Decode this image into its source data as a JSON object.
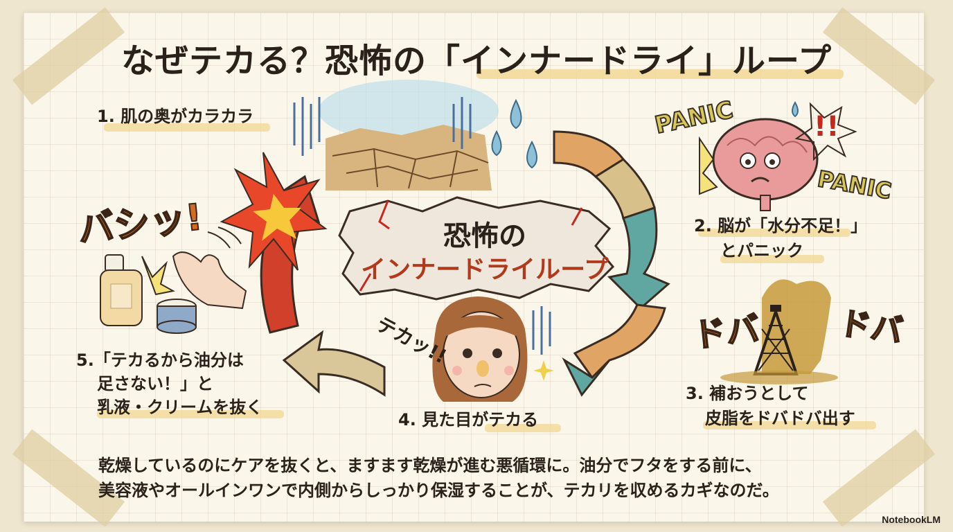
{
  "title": "なぜテカる？恐怖の「インナードライ」ループ",
  "center": {
    "line1": "恐怖の",
    "line2": "インナードライループ"
  },
  "steps": [
    {
      "id": 1,
      "lines": [
        "1. 肌の奥がカラカラ"
      ]
    },
    {
      "id": 2,
      "lines": [
        "2. 脳が「水分不足！」",
        "とパニック"
      ]
    },
    {
      "id": 3,
      "lines": [
        "3. 補おうとして",
        "皮脂をドバドバ出す"
      ]
    },
    {
      "id": 4,
      "lines": [
        "4. 見た目がテカる"
      ]
    },
    {
      "id": 5,
      "lines": [
        "5.「テカるから油分は",
        "足さない！」と",
        "乳液・クリームを抜く"
      ]
    }
  ],
  "sound_effects": {
    "panic_a": "PANIC",
    "panic_b": "PANIC",
    "exclaim": "!!",
    "bashi": "バシッ!",
    "doba_a": "ドバ",
    "doba_b": "ドバ",
    "teka": "テカッ!!"
  },
  "summary": [
    "乾燥しているのにケアを抜くと、ますます乾燥が進む悪循環に。油分でフタをする前に、",
    "美容液やオールインワンで内側からしっかり保湿することが、テカリを収めるカギなのだ。"
  ],
  "brand": "NotebookLM",
  "colors": {
    "arrow_orange": "#e0a465",
    "arrow_tan": "#d8c08a",
    "arrow_teal": "#5fa7a0",
    "arrow_red": "#d0402a",
    "arrow_beige": "#d9c79a",
    "highlight": "#f2d791"
  },
  "icons": [
    "cracked-desert-icon",
    "water-drop-icon",
    "panic-brain-icon",
    "oil-derrick-icon",
    "shiny-face-icon",
    "lotion-bottle-icon",
    "cream-jar-icon",
    "hand-icon",
    "explosion-icon"
  ]
}
